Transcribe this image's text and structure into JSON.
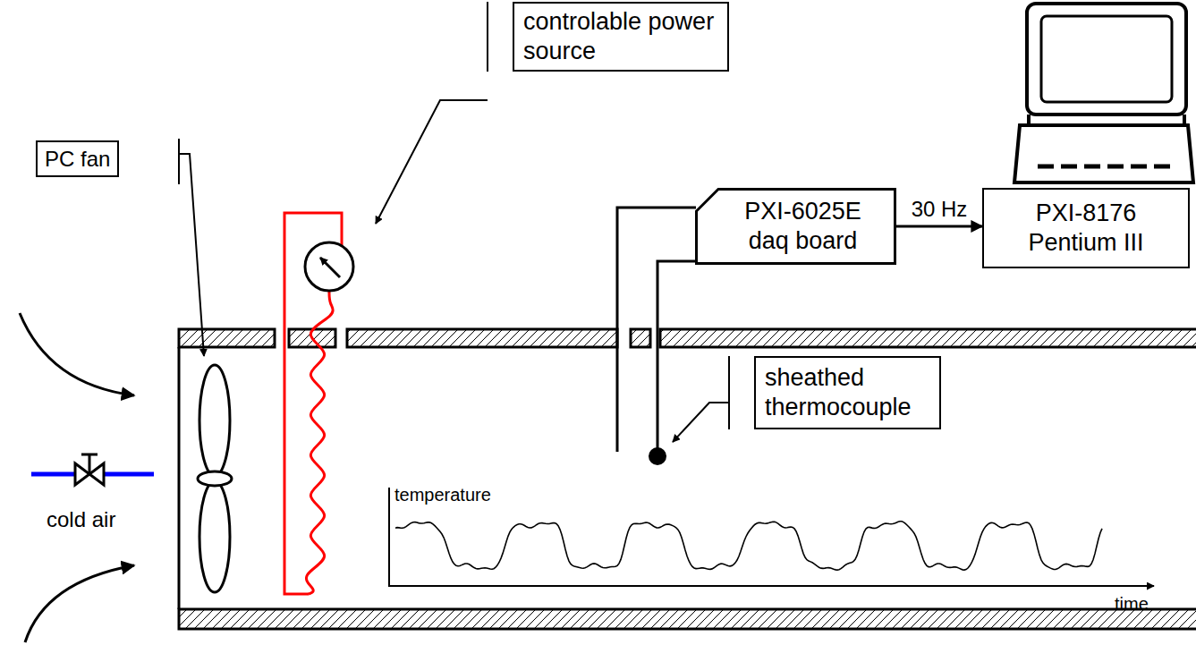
{
  "diagram": {
    "nodes": [
      {
        "text": [
          "PC fan"
        ]
      },
      {
        "text": [
          "controlable power source"
        ]
      },
      {
        "text": [
          "PXI-6025E daq board"
        ]
      },
      {
        "text": [
          "PXI-8176 Pentium III"
        ]
      },
      {
        "text": [
          "sheathed thermocouple"
        ]
      }
    ],
    "edges": [
      {
        "from": 2,
        "to": 3,
        "arrow": "to",
        "label": "30 Hz"
      }
    ],
    "labels": [
      "cold air",
      "temperature",
      "time"
    ]
  }
}
